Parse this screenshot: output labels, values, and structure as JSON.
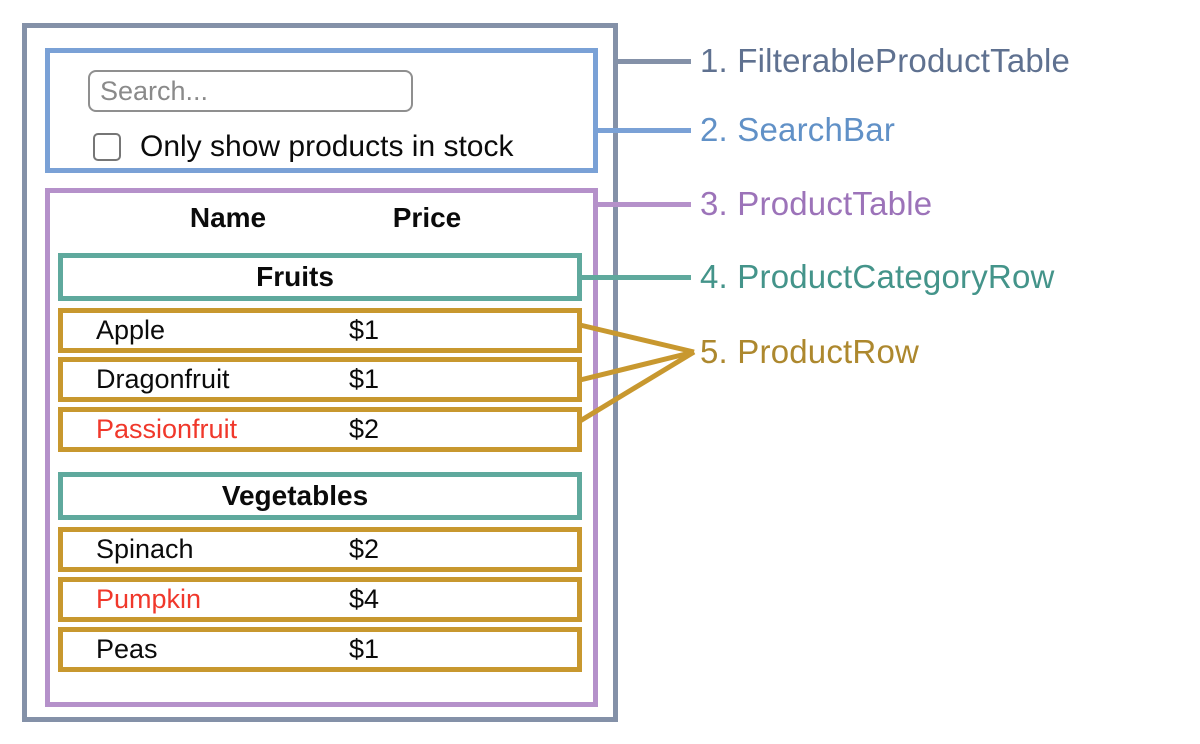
{
  "search_bar": {
    "placeholder": "Search...",
    "checkbox_label": "Only show products in stock",
    "checkbox_checked": false
  },
  "table": {
    "headers": [
      "Name",
      "Price"
    ],
    "sections": [
      {
        "category": "Fruits",
        "rows": [
          {
            "name": "Apple",
            "price": "$1",
            "red": false
          },
          {
            "name": "Dragonfruit",
            "price": "$1",
            "red": false
          },
          {
            "name": "Passionfruit",
            "price": "$2",
            "red": true
          }
        ]
      },
      {
        "category": "Vegetables",
        "rows": [
          {
            "name": "Spinach",
            "price": "$2",
            "red": false
          },
          {
            "name": "Pumpkin",
            "price": "$4",
            "red": true
          },
          {
            "name": "Peas",
            "price": "$1",
            "red": false
          }
        ]
      }
    ]
  },
  "annotations": [
    {
      "label": "1. FilterableProductTable"
    },
    {
      "label": "2. SearchBar"
    },
    {
      "label": "3. ProductTable"
    },
    {
      "label": "4. ProductCategoryRow"
    },
    {
      "label": "5. ProductRow"
    }
  ],
  "colors": {
    "filterable_product_table_border": "#8491a8",
    "search_bar_border": "#7aa1d6",
    "product_table_border": "#b591ca",
    "product_category_row_border": "#5fa99d",
    "product_row_border": "#c8982f",
    "label_1": "#5f7190",
    "label_2": "#6191c7",
    "label_3": "#9c73b9",
    "label_4": "#44948a",
    "label_5": "#ad882e",
    "highlighted_product_text": "#f0382b"
  }
}
